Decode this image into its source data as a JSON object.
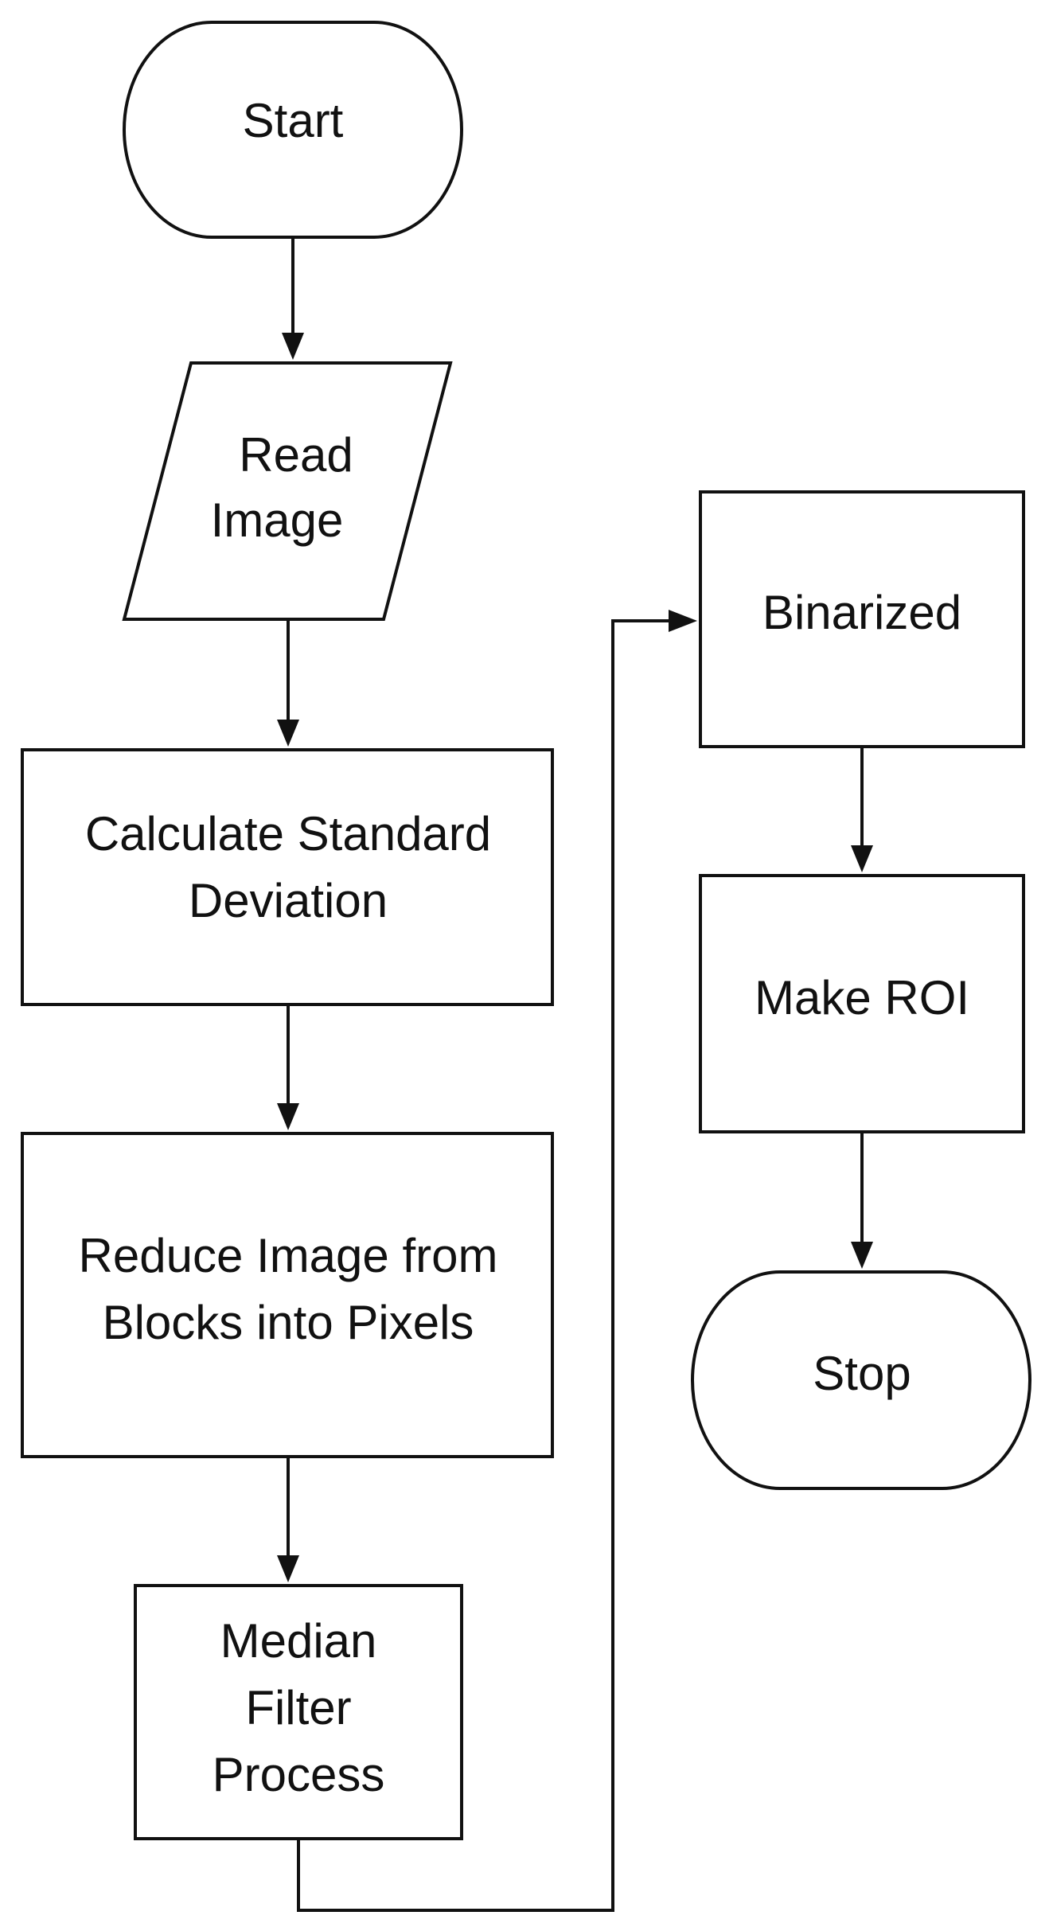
{
  "flowchart": {
    "nodes": {
      "start": {
        "type": "terminator",
        "lines": [
          "Start"
        ]
      },
      "read_image": {
        "type": "data",
        "lines": [
          "Read",
          "Image"
        ]
      },
      "std_dev": {
        "type": "process",
        "lines": [
          "Calculate Standard",
          "Deviation"
        ]
      },
      "reduce": {
        "type": "process",
        "lines": [
          "Reduce Image from",
          "Blocks into Pixels"
        ]
      },
      "median": {
        "type": "process",
        "lines": [
          "Median",
          "Filter",
          "Process"
        ]
      },
      "binarized": {
        "type": "process",
        "lines": [
          "Binarized"
        ]
      },
      "make_roi": {
        "type": "process",
        "lines": [
          "Make ROI"
        ]
      },
      "stop": {
        "type": "terminator",
        "lines": [
          "Stop"
        ]
      }
    },
    "edges": [
      {
        "from": "start",
        "to": "read_image"
      },
      {
        "from": "read_image",
        "to": "std_dev"
      },
      {
        "from": "std_dev",
        "to": "reduce"
      },
      {
        "from": "reduce",
        "to": "median"
      },
      {
        "from": "median",
        "to": "binarized"
      },
      {
        "from": "binarized",
        "to": "make_roi"
      },
      {
        "from": "make_roi",
        "to": "stop"
      }
    ],
    "colors": {
      "stroke": "#111111",
      "fill": "#ffffff",
      "text": "#111111"
    }
  }
}
